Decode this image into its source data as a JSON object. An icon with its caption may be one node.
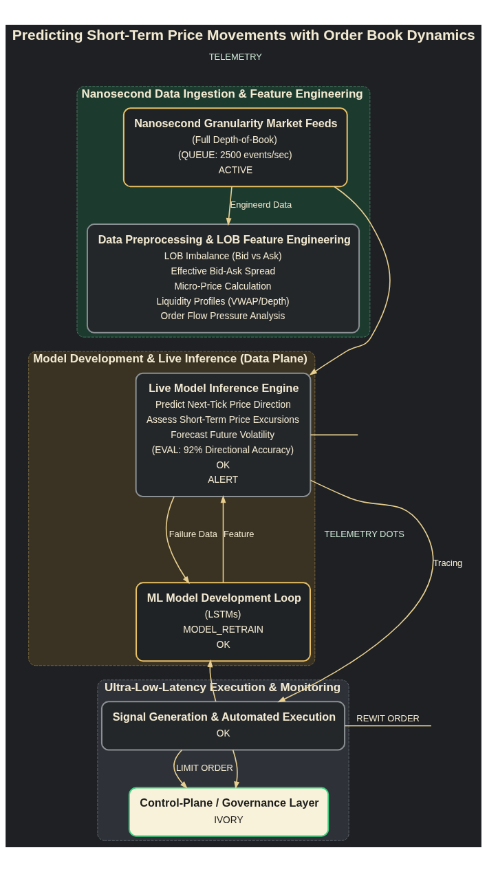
{
  "diagram": {
    "title": "Predicting Short-Term Price Movements with Order Book Dynamics",
    "nodes": [
      {
        "text": [
          "Nanosecond Data Ingestion & Feature Engineering"
        ]
      },
      {
        "text": [
          "Nanosecond Granularity Market Feeds",
          "(Full Depth-of-Book)",
          "(QUEUE: 2500 events/sec)",
          "ACTIVE"
        ],
        "in": 0
      },
      {
        "text": [
          "Data Preprocessing & LOB Feature Engineering",
          "LOB Imbalance (Bid vs Ask)",
          "Effective Bid-Ask Spread",
          "Micro-Price Calculation",
          "Liquidity Profiles (VWAP/Depth)",
          "Order Flow Pressure Analysis"
        ],
        "in": 0
      },
      {
        "text": [
          "Model Development & Live Inference (Data Plane)"
        ]
      },
      {
        "text": [
          "ML Model Development Loop",
          "(LSTMs)",
          "MODEL_RETRAIN",
          "OK"
        ],
        "in": 3
      },
      {
        "text": [
          "Live Model Inference Engine",
          "Predict Next-Tick Price Direction",
          "Assess Short-Term Price Excursions",
          "Forecast Future Volatility",
          "(EVAL: 92% Directional Accuracy)",
          "OK",
          "ALERT"
        ],
        "in": 3
      },
      {
        "text": [
          "Ultra-Low-Latency Execution & Monitoring"
        ]
      },
      {
        "text": [
          "Signal Generation & Automated Execution",
          "OK"
        ],
        "in": 6
      },
      {
        "text": [
          "Control-Plane / Governance Layer",
          "IVORY"
        ],
        "in": 6
      }
    ],
    "edges": [
      {
        "from": 1,
        "to": 2,
        "arrow": "to",
        "label": "Engineerd Data"
      },
      {
        "from": 1,
        "to": 5,
        "arrow": "to"
      },
      {
        "from": 4,
        "to": 5,
        "arrow": "to",
        "label": "Feature"
      },
      {
        "from": 5,
        "to": 4,
        "arrow": "to",
        "label": "Failure Data"
      },
      {
        "from": 5,
        "to": 7,
        "arrow": "to",
        "label": "Tracing"
      },
      {
        "from": 7,
        "to": 4,
        "arrow": "to"
      },
      {
        "from": 5,
        "to": null,
        "arrow": "none"
      },
      {
        "from": 7,
        "to": null,
        "arrow": "none",
        "label": "REWIT ORDER"
      },
      {
        "from": 7,
        "to": 8,
        "arrow": "to",
        "label": "LIMIT ORDER"
      },
      {
        "from": 7,
        "to": 8,
        "arrow": "to"
      }
    ],
    "labels": [
      "TELEMETRY",
      "TELEMETRY DOTS"
    ]
  }
}
